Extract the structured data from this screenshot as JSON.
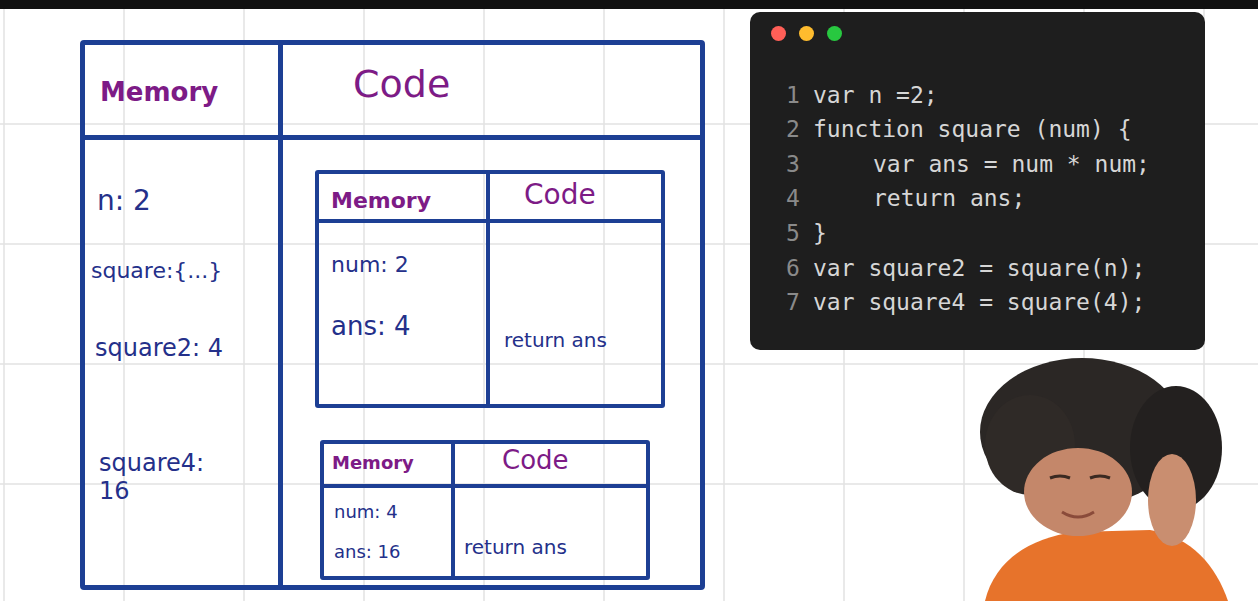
{
  "diagram": {
    "nodes": [
      {
        "text": [
          "Memory",
          "Code",
          "n: 2",
          "square:{...}",
          "square2: 4",
          "square4: 16"
        ]
      },
      {
        "text": [
          "Memory",
          "Code",
          "num: 2",
          "ans: 4",
          "return ans"
        ],
        "in": 0
      },
      {
        "text": [
          "Memory",
          "Code",
          "num: 4",
          "ans: 16",
          "return ans"
        ],
        "in": 0
      },
      {
        "text": [
          "var n =2;",
          "function square (num) {",
          "var ans = num * num;",
          "return ans;",
          "}",
          "var square2 = square(n);",
          "var square4 = square(4);"
        ]
      }
    ],
    "labels": [
      "1",
      "2",
      "3",
      "4",
      "5",
      "6",
      "7"
    ]
  }
}
